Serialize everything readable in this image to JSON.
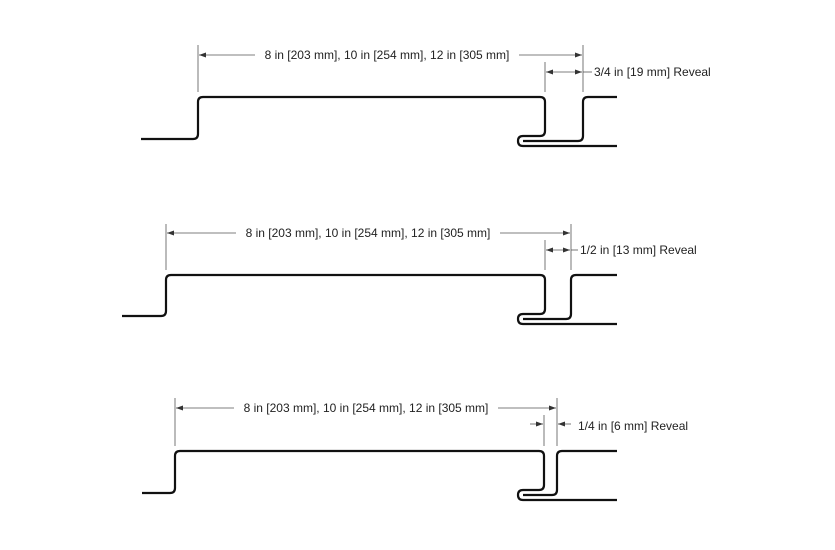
{
  "details": [
    {
      "width_label": "8 in [203 mm], 10 in [254 mm], 12 in [305 mm]",
      "reveal_label": "3/4 in [19 mm] Reveal"
    },
    {
      "width_label": "8 in [203 mm], 10 in [254 mm], 12 in [305 mm]",
      "reveal_label": "1/2 in [13 mm] Reveal"
    },
    {
      "width_label": "8 in [203 mm], 10 in [254 mm], 12 in [305 mm]",
      "reveal_label": "1/4 in [6 mm] Reveal"
    }
  ]
}
